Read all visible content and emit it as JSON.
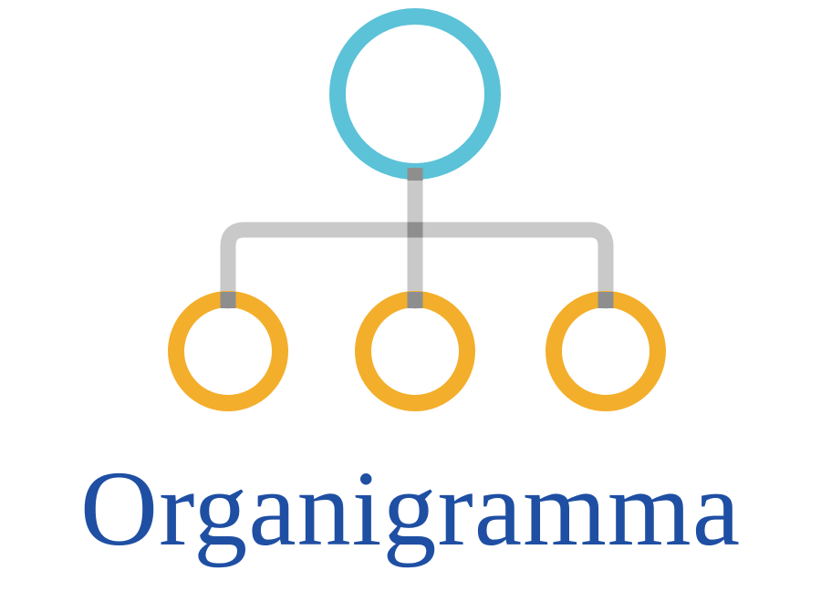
{
  "title": "Organigramma",
  "colors": {
    "root": "#5bc2d8",
    "child": "#f3ae2b",
    "connector": "#c9c9c9",
    "connector_overlap": "#8e8e8e",
    "title": "#1f4fa3"
  },
  "org_chart": {
    "root": {
      "icon": "circle-node"
    },
    "children": [
      {
        "icon": "circle-node"
      },
      {
        "icon": "circle-node"
      },
      {
        "icon": "circle-node"
      }
    ]
  }
}
